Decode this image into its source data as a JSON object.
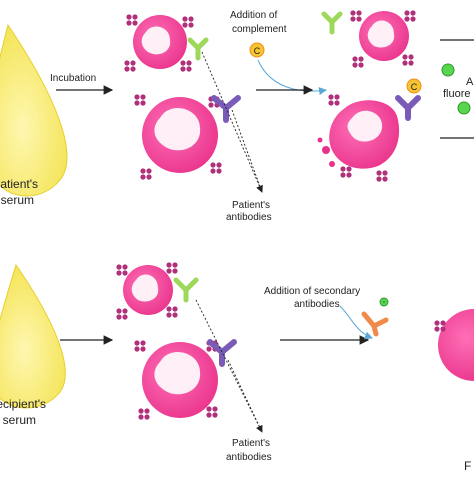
{
  "top_panel": {
    "serum_label_line1": "Patient's",
    "serum_label_line2": "serum",
    "incubation_label": "Incubation",
    "complement_label_line1": "Addition of",
    "complement_label_line2": "complement",
    "complement_marker": "C",
    "antibody_label_line1": "Patient's",
    "antibody_label_line2": "antibodies",
    "right_cut_text_1": "A",
    "right_cut_text_2": "fluore"
  },
  "bottom_panel": {
    "serum_label_line1": "Recipient's",
    "serum_label_line2": "serum",
    "secondary_label_line1": "Addition of secondary",
    "secondary_label_line2": "antibodies",
    "antibody_label_line1": "Patient's",
    "antibody_label_line2": "antibodies",
    "right_cut_text": "F"
  },
  "colors": {
    "serum": "#f2e14a",
    "cell": "#e8318a",
    "nucleus": "#ffffff",
    "receptor": "#b0307a",
    "antibody_green": "#9ed85a",
    "antibody_purple": "#7a5bb8",
    "antibody_orange": "#f08a4b",
    "complement": "#f5c431",
    "fluorescent": "#59d44f",
    "arrow_blue": "#5aa8d8"
  },
  "icons": [
    "serum-drop-icon",
    "cell-icon",
    "antibody-icon",
    "complement-icon",
    "fluorescent-dot-icon"
  ]
}
